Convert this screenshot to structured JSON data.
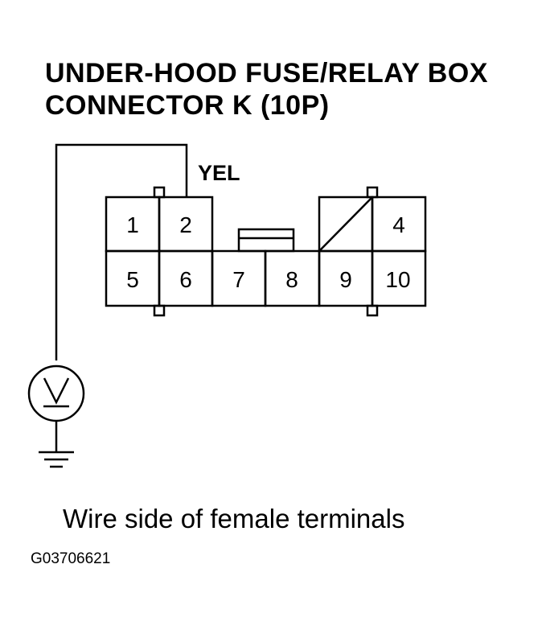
{
  "title": {
    "line1": "UNDER-HOOD FUSE/RELAY BOX",
    "line2": "CONNECTOR K (10P)"
  },
  "wire_color": "YEL",
  "caption": "Wire side of female terminals",
  "figure_id": "G03706621",
  "connector": {
    "terminals": [
      "1",
      "2",
      "4",
      "5",
      "6",
      "7",
      "8",
      "9",
      "10"
    ]
  },
  "meter_icon": "voltmeter-icon",
  "ground_icon": "ground-icon"
}
